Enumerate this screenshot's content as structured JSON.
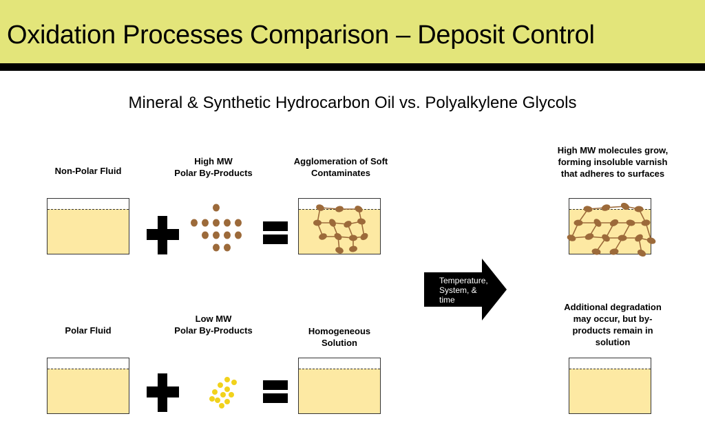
{
  "header": {
    "title": "Oxidation Processes Comparison – Deposit Control"
  },
  "subtitle": "Mineral & Synthetic Hydrocarbon Oil vs.  Polyalkylene Glycols",
  "row_top": {
    "fluid_label": "Non-Polar Fluid",
    "byproduct_label_line1": "High MW",
    "byproduct_label_line2": "Polar By-Products",
    "result_label_line1": "Agglomeration of Soft",
    "result_label_line2": "Contaminates",
    "outcome_line1": "High MW molecules grow,",
    "outcome_line2": "forming insoluble varnish",
    "outcome_line3": "that adheres to surfaces"
  },
  "row_bottom": {
    "fluid_label": "Polar Fluid",
    "byproduct_label_line1": "Low MW",
    "byproduct_label_line2": "Polar By-Products",
    "result_label_line1": "Homogeneous",
    "result_label_line2": "Solution",
    "outcome_line1": "Additional degradation",
    "outcome_line2": "may occur, but by-",
    "outcome_line3": "products remain in",
    "outcome_line4": "solution"
  },
  "arrow": {
    "line1": "Temperature,",
    "line2": "System,  &",
    "line3": "time"
  },
  "colors": {
    "banner": "#e3e57a",
    "fluid": "#fde9a3",
    "high_mw_particle": "#9c6a3a",
    "low_mw_particle": "#f1d21c"
  }
}
